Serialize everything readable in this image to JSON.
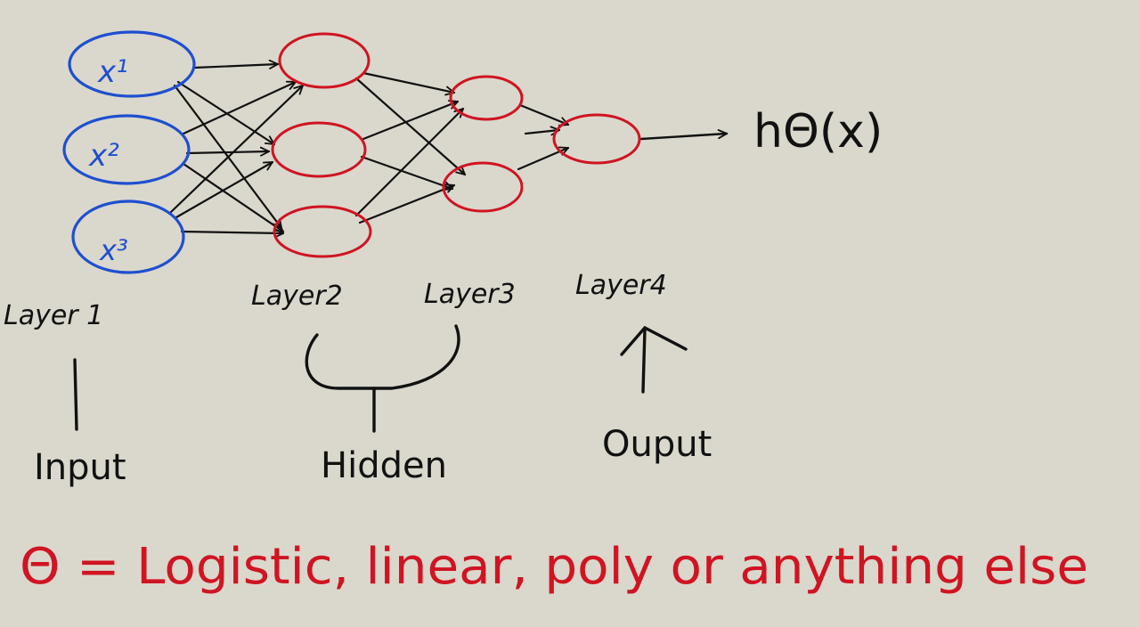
{
  "colors": {
    "background": "#dad8cc",
    "ink": "#111111",
    "input_nodes": "#1f4fd0",
    "other_nodes": "#d01422"
  },
  "network": {
    "inputs": [
      "x¹",
      "x²",
      "x³"
    ],
    "output_label": "hΘ(x)"
  },
  "layers": {
    "layer1": "Layer 1",
    "layer2": "Layer2",
    "layer3": "Layer3",
    "layer4": "Layer4"
  },
  "roles": {
    "input": "Input",
    "hidden": "Hidden",
    "output": "Ouput"
  },
  "note": "Θ = Logistic, linear, poly or anything else"
}
